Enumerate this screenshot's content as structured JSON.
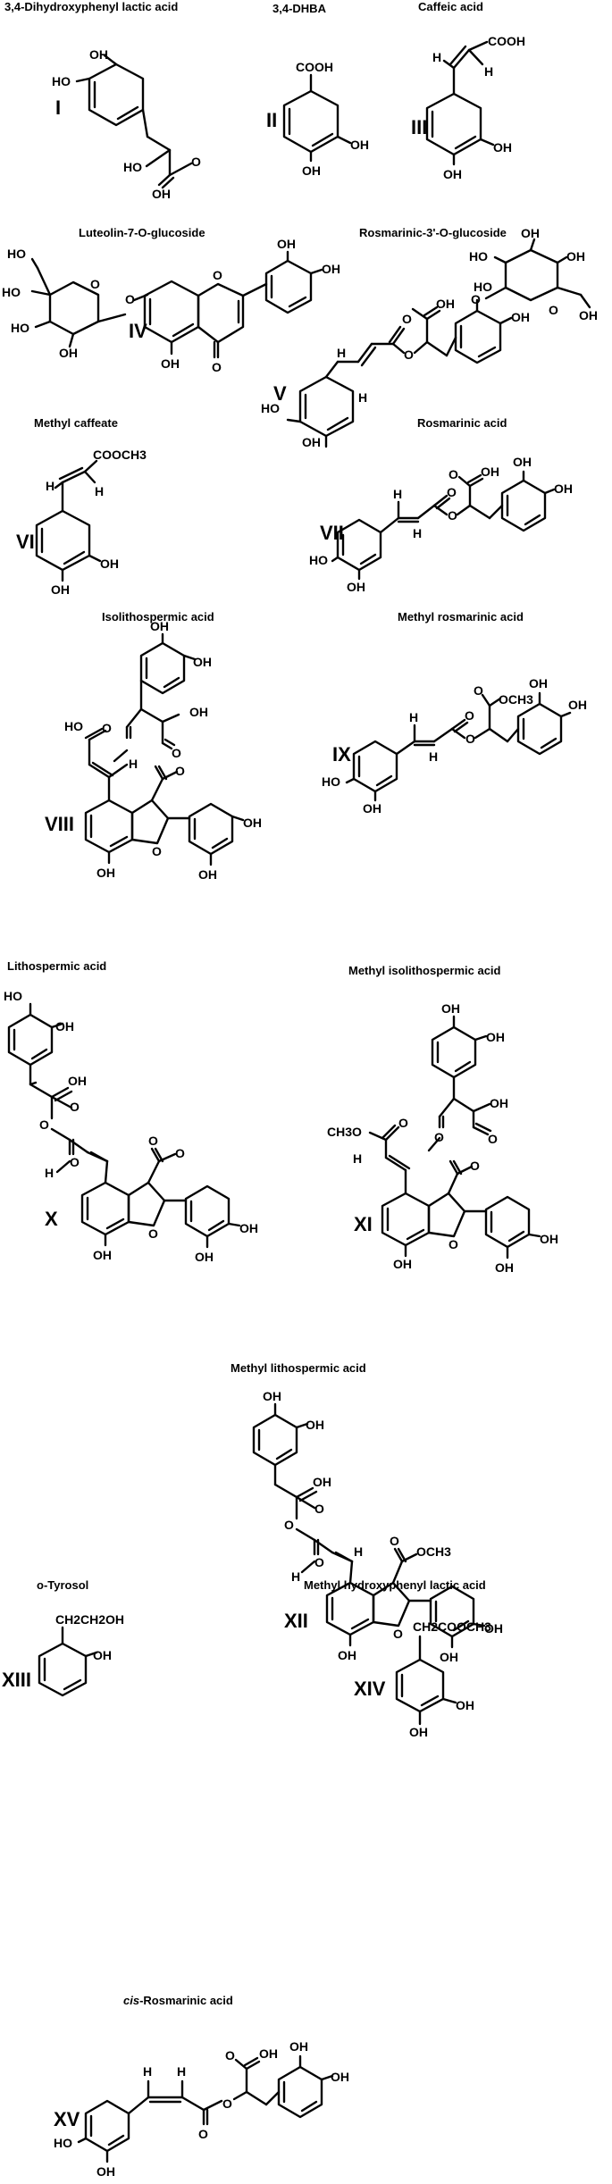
{
  "compounds": [
    {
      "numeral": "I",
      "name": "3,4-Dihydroxyphenyl lactic acid"
    },
    {
      "numeral": "II",
      "name": "3,4-DHBA"
    },
    {
      "numeral": "III",
      "name": "Caffeic acid"
    },
    {
      "numeral": "IV",
      "name": "Luteolin-7-O-glucoside"
    },
    {
      "numeral": "V",
      "name": "Rosmarinic-3'-O-glucoside"
    },
    {
      "numeral": "VI",
      "name": "Methyl caffeate"
    },
    {
      "numeral": "VII",
      "name": "Rosmarinic acid"
    },
    {
      "numeral": "VIII",
      "name": "Isolithospermic acid"
    },
    {
      "numeral": "IX",
      "name": "Methyl rosmarinic acid"
    },
    {
      "numeral": "X",
      "name": "Lithospermic acid"
    },
    {
      "numeral": "XI",
      "name": "Methyl isolithospermic acid"
    },
    {
      "numeral": "XII",
      "name": "Methyl lithospermic acid"
    },
    {
      "numeral": "XIII",
      "name": "o-Tyrosol"
    },
    {
      "numeral": "XIV",
      "name": "Methyl hydroxyphenyl lactic acid"
    },
    {
      "numeral": "XV",
      "name_prefix": "cis",
      "name": "-Rosmarinic acid"
    }
  ],
  "atoms": {
    "oh": "OH",
    "ho": "HO",
    "o": "O",
    "h": "H",
    "cooh": "COOH",
    "cooch3": "COOCH3",
    "och3": "OCH3",
    "ch3o": "CH3O",
    "ch2ch2oh": "CH2CH2OH",
    "ch2cooch3": "CH2COOCH3"
  }
}
